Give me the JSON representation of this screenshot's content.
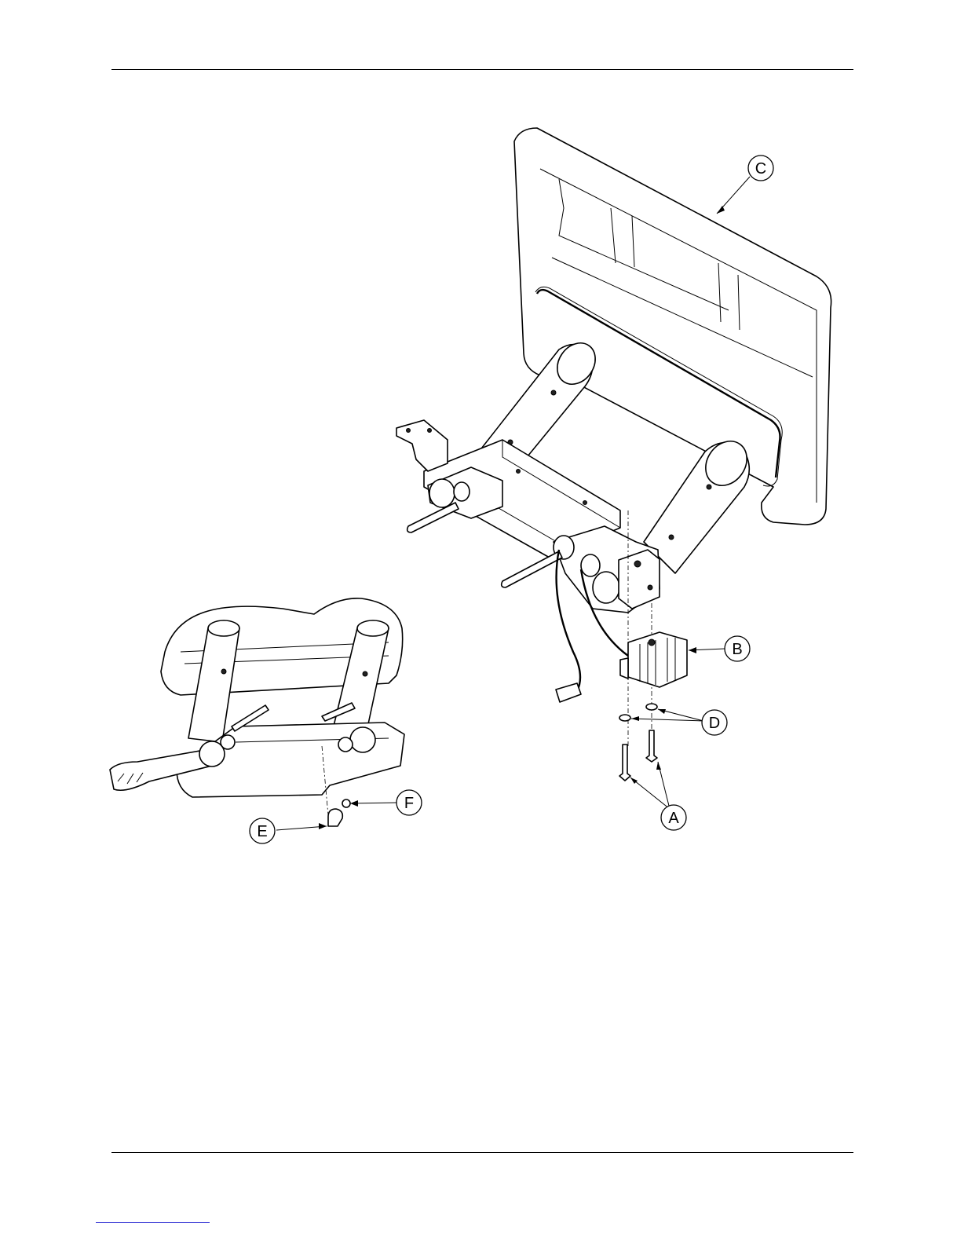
{
  "callouts": {
    "A": "A",
    "B": "B",
    "C": "C",
    "D": "D",
    "E": "E",
    "F": "F"
  },
  "colors": {
    "line": "#000000",
    "background": "#ffffff",
    "link_underline": "#3b3bd6"
  }
}
